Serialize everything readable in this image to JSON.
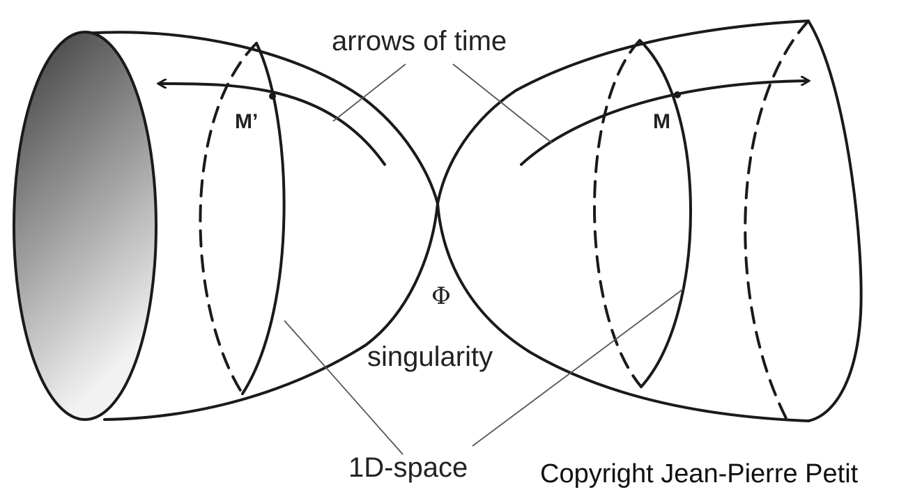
{
  "labels": {
    "arrows_of_time": "arrows of time",
    "point_m_prime": "M’",
    "point_m": "M",
    "phi": "Φ",
    "singularity": "singularity",
    "one_d_space": "1D-space",
    "copyright": "Copyright Jean-Pierre Petit"
  },
  "colors": {
    "stroke": "#1a1a1a",
    "leader": "#555555",
    "shade_dark": "#3a3a3a",
    "shade_light": "#f2f2f2"
  }
}
